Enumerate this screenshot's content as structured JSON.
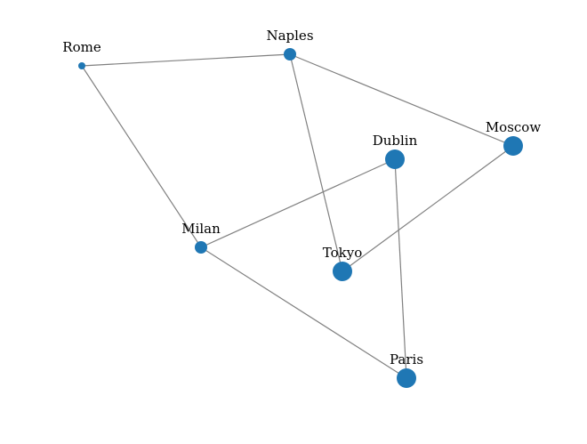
{
  "graph": {
    "node_color": "#1f77b4",
    "edge_color": "#808080",
    "nodes": [
      {
        "id": "rome",
        "label": "Rome"
      },
      {
        "id": "naples",
        "label": "Naples"
      },
      {
        "id": "dublin",
        "label": "Dublin"
      },
      {
        "id": "moscow",
        "label": "Moscow"
      },
      {
        "id": "milan",
        "label": "Milan"
      },
      {
        "id": "tokyo",
        "label": "Tokyo"
      },
      {
        "id": "paris",
        "label": "Paris"
      }
    ],
    "edges": [
      {
        "source": "rome",
        "target": "naples"
      },
      {
        "source": "rome",
        "target": "milan"
      },
      {
        "source": "naples",
        "target": "moscow"
      },
      {
        "source": "naples",
        "target": "tokyo"
      },
      {
        "source": "moscow",
        "target": "tokyo"
      },
      {
        "source": "dublin",
        "target": "milan"
      },
      {
        "source": "dublin",
        "target": "paris"
      },
      {
        "source": "milan",
        "target": "paris"
      }
    ]
  }
}
